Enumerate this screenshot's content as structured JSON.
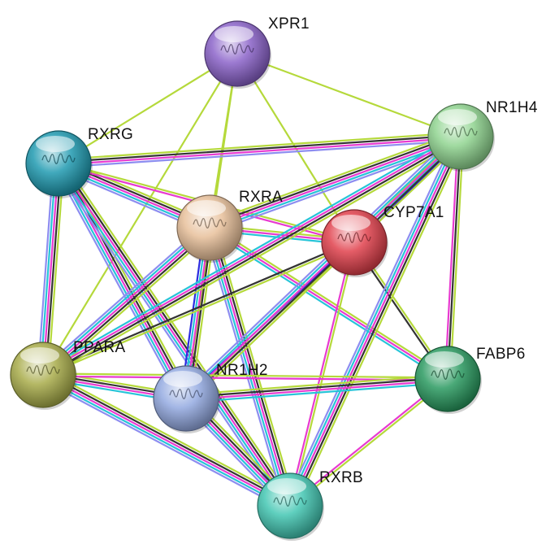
{
  "diagram": {
    "type": "protein-interaction-network",
    "nodes": [
      {
        "id": "XPR1",
        "label": "XPR1",
        "color": "#8a63c9"
      },
      {
        "id": "RXRG",
        "label": "RXRG",
        "color": "#1f9ab0"
      },
      {
        "id": "NR1H4",
        "label": "NR1H4",
        "color": "#8fd48f"
      },
      {
        "id": "RXRA",
        "label": "RXRA",
        "color": "#e8c09a"
      },
      {
        "id": "CYP7A1",
        "label": "CYP7A1",
        "color": "#e0404c"
      },
      {
        "id": "PPARA",
        "label": "PPARA",
        "color": "#a8ac4a"
      },
      {
        "id": "NR1H2",
        "label": "NR1H2",
        "color": "#93a9e0"
      },
      {
        "id": "FABP6",
        "label": "FABP6",
        "color": "#2a9a60"
      },
      {
        "id": "RXRB",
        "label": "RXRB",
        "color": "#43c7b3"
      }
    ],
    "edge_colors": {
      "textmining": "#b5d93b",
      "coexpression": "#333333",
      "experiments": "#e83ad0",
      "databases": "#27c4d8",
      "homology": "#8d8df0",
      "neighborhood": "#2b2be0"
    },
    "edges": [
      {
        "a": "XPR1",
        "b": "RXRG",
        "types": [
          "textmining"
        ]
      },
      {
        "a": "XPR1",
        "b": "NR1H4",
        "types": [
          "textmining"
        ]
      },
      {
        "a": "XPR1",
        "b": "RXRA",
        "types": [
          "textmining"
        ]
      },
      {
        "a": "XPR1",
        "b": "CYP7A1",
        "types": [
          "textmining"
        ]
      },
      {
        "a": "XPR1",
        "b": "PPARA",
        "types": [
          "textmining"
        ]
      },
      {
        "a": "XPR1",
        "b": "NR1H2",
        "types": [
          "textmining"
        ]
      },
      {
        "a": "RXRG",
        "b": "NR1H4",
        "types": [
          "textmining",
          "coexpression",
          "experiments",
          "homology"
        ]
      },
      {
        "a": "RXRG",
        "b": "RXRA",
        "types": [
          "textmining",
          "coexpression",
          "experiments",
          "databases",
          "homology"
        ]
      },
      {
        "a": "RXRG",
        "b": "CYP7A1",
        "types": [
          "textmining",
          "experiments"
        ]
      },
      {
        "a": "RXRG",
        "b": "PPARA",
        "types": [
          "textmining",
          "coexpression",
          "experiments",
          "databases",
          "homology"
        ]
      },
      {
        "a": "RXRG",
        "b": "NR1H2",
        "types": [
          "textmining",
          "coexpression",
          "experiments",
          "databases",
          "homology"
        ]
      },
      {
        "a": "RXRG",
        "b": "RXRB",
        "types": [
          "textmining",
          "coexpression",
          "experiments",
          "databases",
          "homology"
        ]
      },
      {
        "a": "RXRA",
        "b": "NR1H4",
        "types": [
          "textmining",
          "coexpression",
          "experiments",
          "databases",
          "homology"
        ]
      },
      {
        "a": "RXRA",
        "b": "CYP7A1",
        "types": [
          "textmining",
          "experiments",
          "databases"
        ]
      },
      {
        "a": "RXRA",
        "b": "PPARA",
        "types": [
          "textmining",
          "coexpression",
          "experiments",
          "databases",
          "homology"
        ]
      },
      {
        "a": "RXRA",
        "b": "NR1H2",
        "types": [
          "textmining",
          "coexpression",
          "experiments",
          "databases",
          "neighborhood"
        ]
      },
      {
        "a": "RXRA",
        "b": "FABP6",
        "types": [
          "textmining",
          "experiments",
          "databases"
        ]
      },
      {
        "a": "RXRA",
        "b": "RXRB",
        "types": [
          "textmining",
          "coexpression",
          "experiments",
          "databases",
          "homology"
        ]
      },
      {
        "a": "CYP7A1",
        "b": "NR1H4",
        "types": [
          "textmining",
          "databases",
          "neighborhood"
        ]
      },
      {
        "a": "CYP7A1",
        "b": "PPARA",
        "types": [
          "textmining",
          "coexpression"
        ]
      },
      {
        "a": "CYP7A1",
        "b": "NR1H2",
        "types": [
          "textmining",
          "neighborhood"
        ]
      },
      {
        "a": "CYP7A1",
        "b": "FABP6",
        "types": [
          "textmining",
          "coexpression"
        ]
      },
      {
        "a": "CYP7A1",
        "b": "RXRB",
        "types": [
          "textmining",
          "experiments"
        ]
      },
      {
        "a": "NR1H4",
        "b": "PPARA",
        "types": [
          "textmining",
          "coexpression",
          "experiments",
          "databases"
        ]
      },
      {
        "a": "NR1H4",
        "b": "NR1H2",
        "types": [
          "textmining",
          "coexpression",
          "experiments",
          "databases",
          "homology"
        ]
      },
      {
        "a": "NR1H4",
        "b": "FABP6",
        "types": [
          "textmining",
          "coexpression",
          "experiments"
        ]
      },
      {
        "a": "NR1H4",
        "b": "RXRB",
        "types": [
          "textmining",
          "coexpression",
          "experiments",
          "databases",
          "homology"
        ]
      },
      {
        "a": "PPARA",
        "b": "NR1H2",
        "types": [
          "textmining",
          "coexpression",
          "experiments",
          "databases"
        ]
      },
      {
        "a": "PPARA",
        "b": "FABP6",
        "types": [
          "textmining",
          "experiments"
        ]
      },
      {
        "a": "PPARA",
        "b": "RXRB",
        "types": [
          "textmining",
          "coexpression",
          "experiments",
          "databases",
          "homology"
        ]
      },
      {
        "a": "NR1H2",
        "b": "FABP6",
        "types": [
          "textmining",
          "coexpression",
          "experiments",
          "databases"
        ]
      },
      {
        "a": "NR1H2",
        "b": "RXRB",
        "types": [
          "textmining",
          "coexpression",
          "experiments",
          "databases",
          "homology"
        ]
      },
      {
        "a": "FABP6",
        "b": "RXRB",
        "types": [
          "textmining",
          "experiments"
        ]
      }
    ]
  }
}
